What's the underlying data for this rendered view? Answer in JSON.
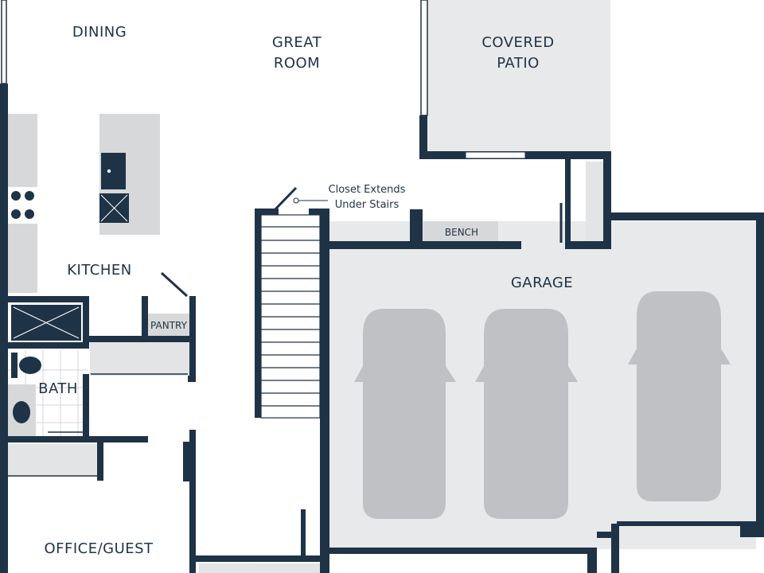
{
  "colors": {
    "wall": "#1f3347",
    "floor": "#e8e9ea",
    "counter": "#d7d8d9",
    "car": "#bfc1c4",
    "background": "#ffffff"
  },
  "rooms": {
    "dining": "DINING",
    "great_room_line1": "GREAT",
    "great_room_line2": "ROOM",
    "covered_patio_line1": "COVERED",
    "covered_patio_line2": "PATIO",
    "kitchen": "KITCHEN",
    "pantry": "PANTRY",
    "bath": "BATH",
    "bench": "BENCH",
    "garage": "GARAGE",
    "office_guest": "OFFICE/GUEST"
  },
  "notes": {
    "closet_line1": "Closet Extends",
    "closet_line2": "Under Stairs"
  },
  "icons": {
    "cars": [
      "car-icon",
      "car-icon",
      "car-icon"
    ],
    "sink": "sink-icon",
    "cooktop": "cooktop-icon",
    "toilet": "toilet-icon",
    "shower": "shower-icon"
  }
}
